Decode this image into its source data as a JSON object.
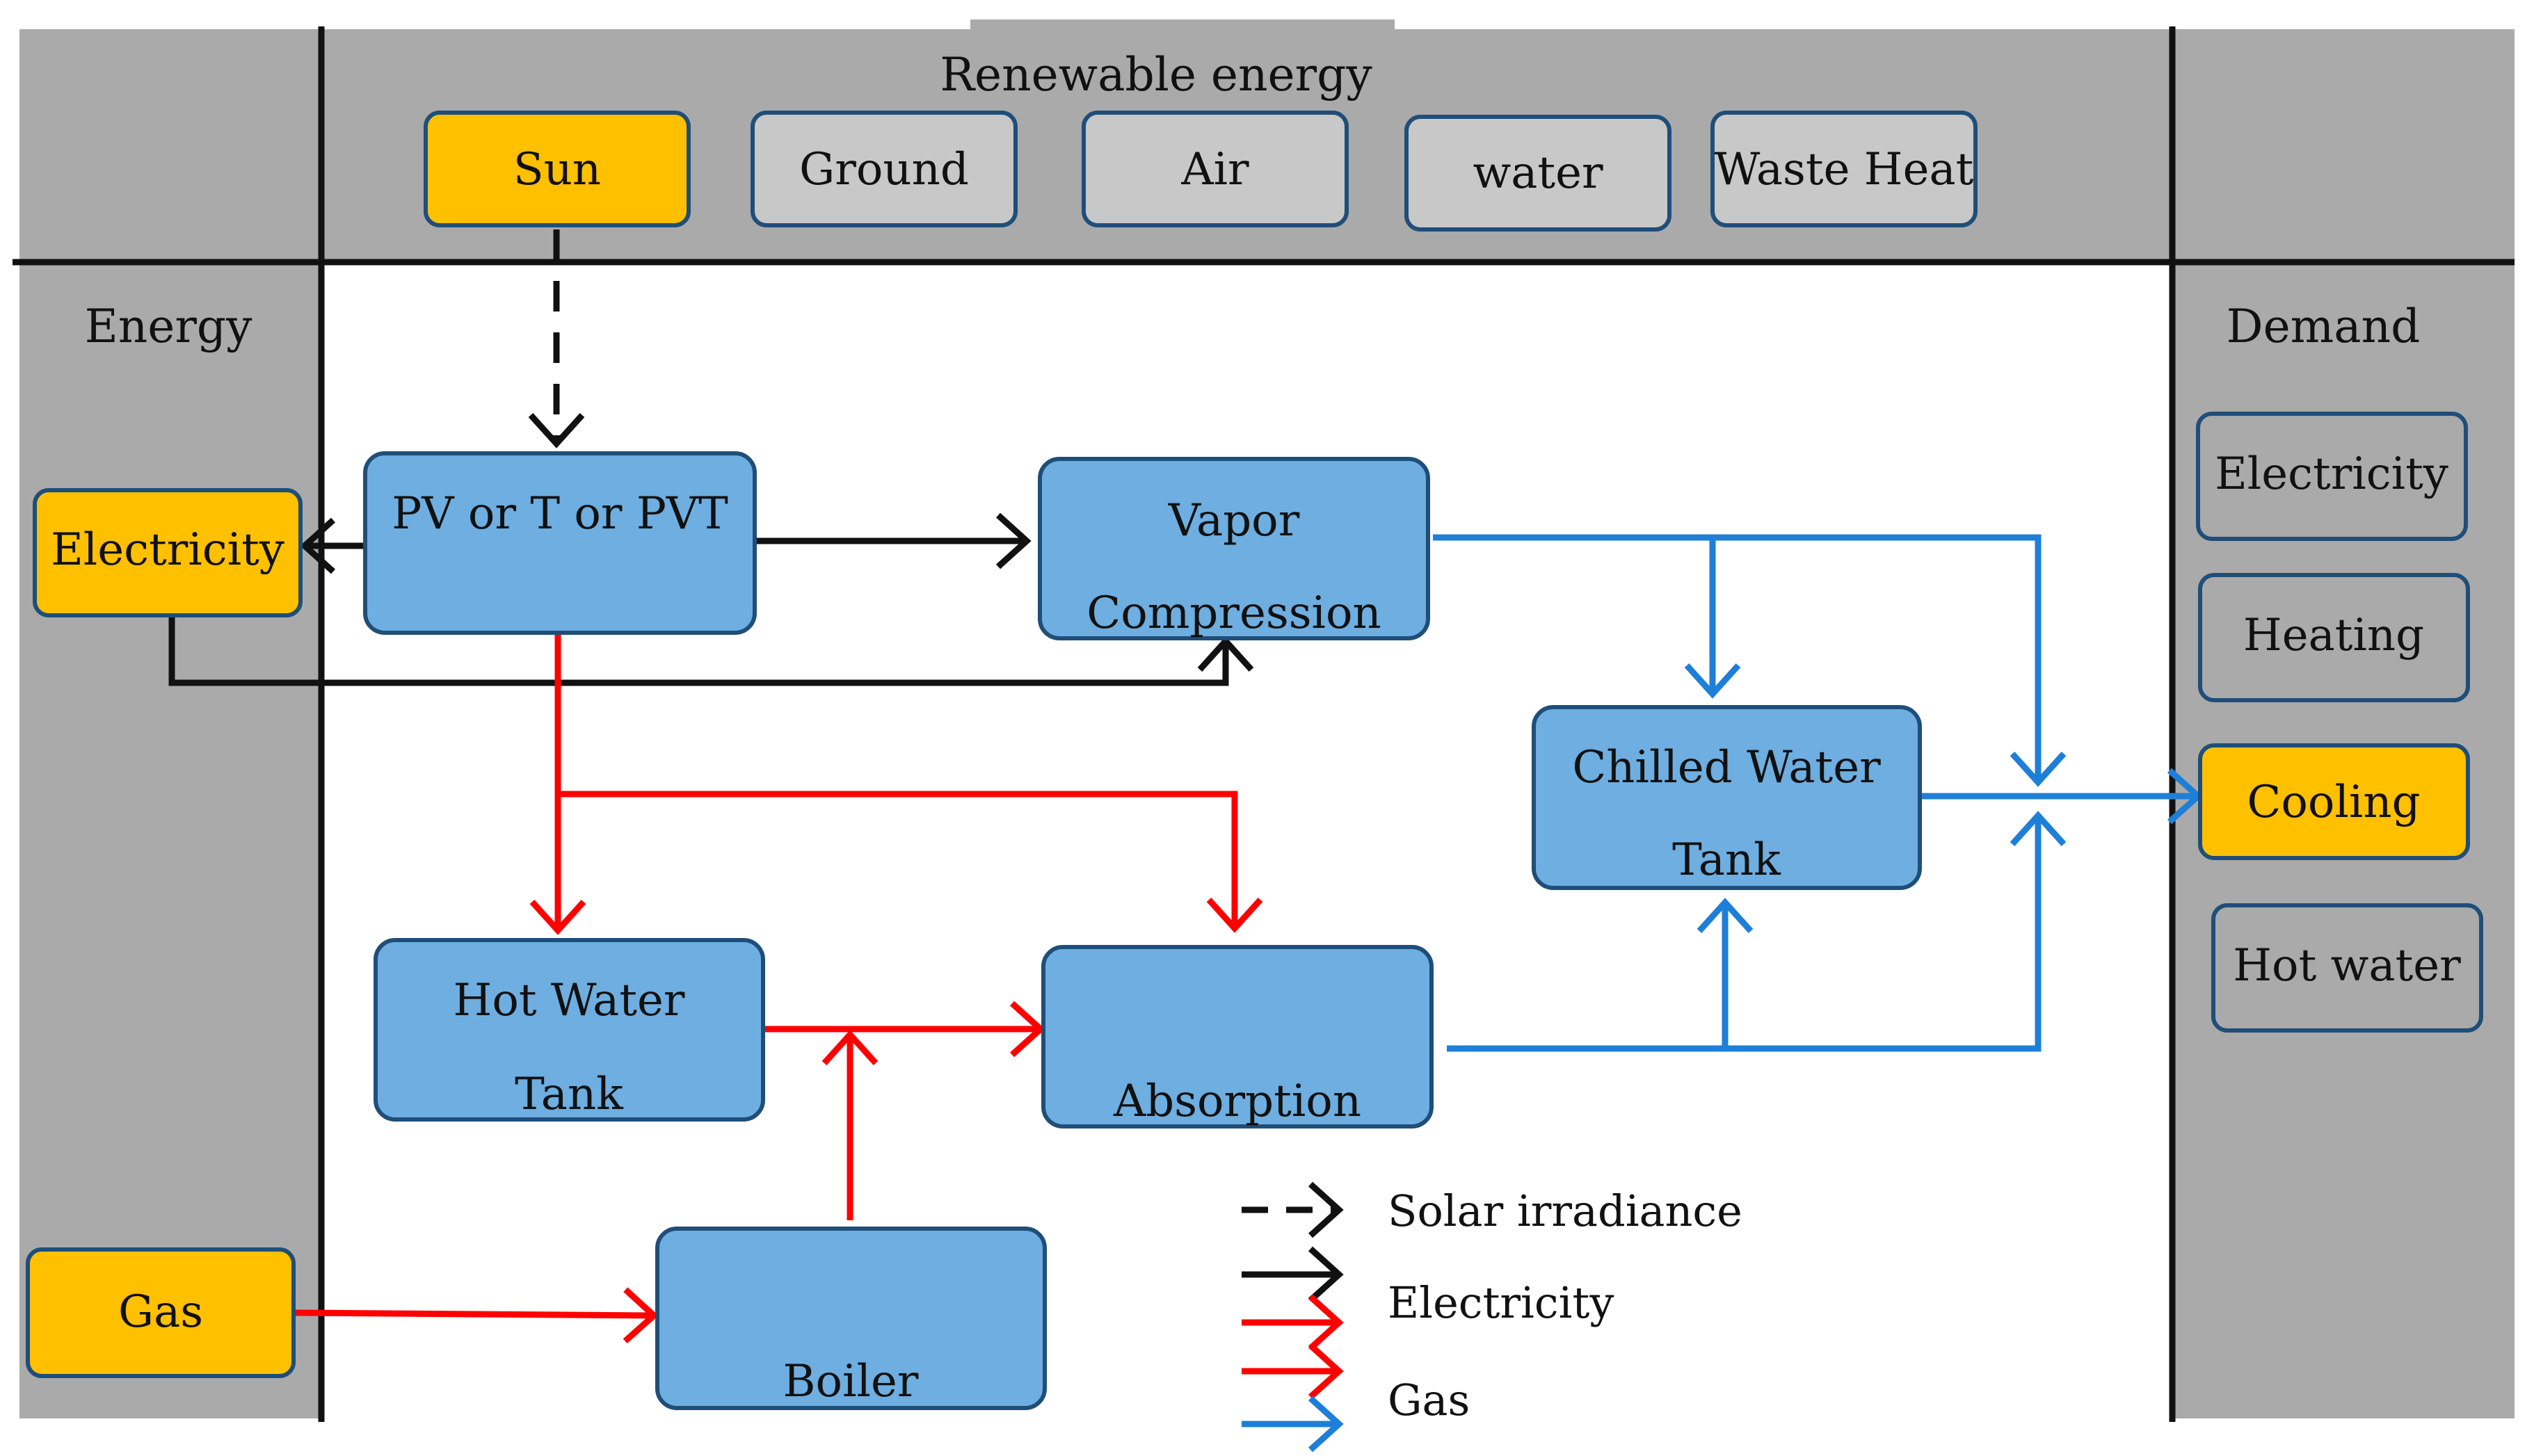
{
  "colors": {
    "panel_gray": "#aaaaaa",
    "highlight_yellow": "#ffc000",
    "gray_box": "#c8c8c8",
    "process_blue": "#6eaee0",
    "box_border": "#1f4e79",
    "line_black": "#111111",
    "line_red": "#ff0000",
    "line_blue": "#1e7fd8"
  },
  "sections": {
    "renewable": "Renewable energy",
    "energy": "Energy",
    "demand": "Demand"
  },
  "renewables": {
    "sun": "Sun",
    "ground": "Ground",
    "air": "Air",
    "water": "water",
    "waste_heat": "Waste Heat"
  },
  "energy_sources": {
    "electricity": "Electricity",
    "gas": "Gas"
  },
  "process": {
    "pv": "PV or T or PVT",
    "vapor_1": "Vapor",
    "vapor_2": "Compression",
    "chilled_1": "Chilled Water",
    "chilled_2": "Tank",
    "hot_1": "Hot Water",
    "hot_2": "Tank",
    "absorption": "Absorption",
    "boiler": "Boiler"
  },
  "demand": {
    "electricity": "Electricity",
    "heating": "Heating",
    "cooling": "Cooling",
    "hot_water": "Hot water"
  },
  "legend": {
    "solar": "Solar irradiance",
    "electricity": "Electricity",
    "gas": "Gas"
  }
}
